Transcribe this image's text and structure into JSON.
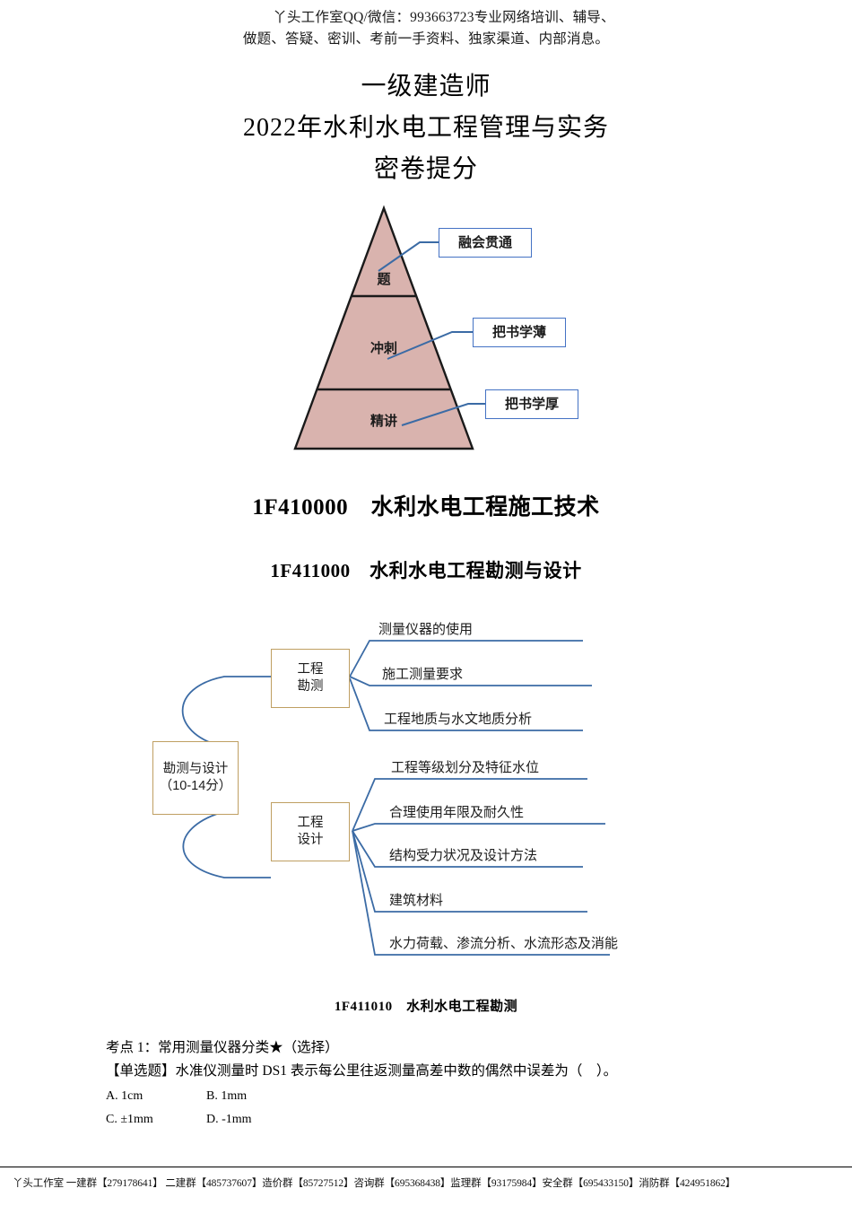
{
  "header": {
    "line1": "丫头工作室QQ/微信：993663723专业网络培训、辅导、",
    "line2": "做题、答疑、密训、考前一手资料、独家渠道、内部消息。"
  },
  "title": {
    "line1": "一级建造师",
    "line2": "2022年水利水电工程管理与实务",
    "line3": "密卷提分"
  },
  "pyramid": {
    "tiers": [
      {
        "label": "题",
        "callout": "融会贯通"
      },
      {
        "label": "冲刺",
        "callout": "把书学薄"
      },
      {
        "label": "精讲",
        "callout": "把书学厚"
      }
    ],
    "fill_color": "#d9b3ae",
    "outline_color": "#1a1a1a",
    "callout_border_color": "#4472c4"
  },
  "sections": {
    "h1_code": "1F410000",
    "h1_text": "水利水电工程施工技术",
    "h1": "1F410000　水利水电工程施工技术",
    "h2_code": "1F411000",
    "h2_text": "水利水电工程勘测与设计",
    "h2": "1F411000　水利水电工程勘测与设计",
    "h3_code": "1F411010",
    "h3_text": "水利水电工程勘测",
    "h3": "1F411010　水利水电工程勘测"
  },
  "mindmap": {
    "root": {
      "line1": "勘测与设计",
      "line2": "（10-14分）"
    },
    "branches": [
      {
        "node_line1": "工程",
        "node_line2": "勘测",
        "leaves": [
          "测量仪器的使用",
          "施工测量要求",
          "工程地质与水文地质分析"
        ]
      },
      {
        "node_line1": "工程",
        "node_line2": "设计",
        "leaves": [
          "工程等级划分及特征水位",
          "合理使用年限及耐久性",
          "结构受力状况及设计方法",
          "建筑材料",
          "水力荷载、渗流分析、水流形态及消能"
        ]
      }
    ],
    "node_border_color": "#bf9f62",
    "connector_color": "#3b6ba5"
  },
  "question": {
    "point_line": "考点 1：常用测量仪器分类★（选择）",
    "stem": "【单选题】水准仪测量时 DS1 表示每公里往返测量高差中数的偶然中误差为（　）。",
    "options": [
      {
        "key": "A.",
        "value": "1cm"
      },
      {
        "key": "B.",
        "value": "1mm"
      },
      {
        "key": "C.",
        "value": "±1mm"
      },
      {
        "key": "D.",
        "value": "-1mm"
      }
    ]
  },
  "footer": {
    "text": "丫头工作室 一建群【279178641】 二建群【485737607】造价群【85727512】咨询群【695368438】监理群【93175984】安全群【695433150】消防群【424951862】"
  }
}
